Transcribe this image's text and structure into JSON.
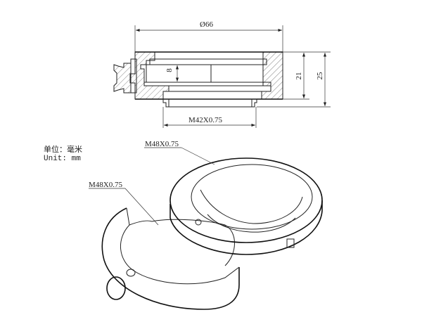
{
  "dimensions": {
    "diameter": "Ø66",
    "height_inner": "21",
    "height_total": "25",
    "slot_height": "8",
    "bottom_thread": "M42X0.75"
  },
  "callouts": {
    "upper_ring_thread": "M48X0.75",
    "lower_ring_thread": "M48X0.75"
  },
  "units": {
    "chinese": "单位：毫米",
    "english": "Unit: mm"
  }
}
